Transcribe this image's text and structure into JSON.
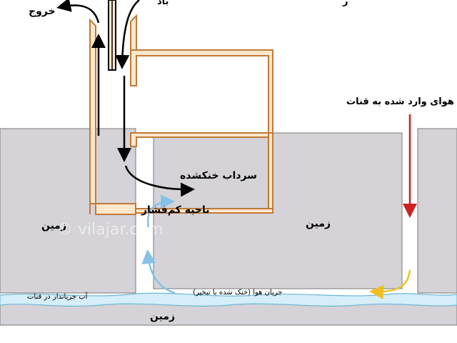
{
  "labels": {
    "exit": "خروج",
    "wind_partial": "باد",
    "top_partial": "ر",
    "incoming_air": "هوای وارد شده به قنات",
    "cooled_basement": "سرداب خنکشده",
    "low_pressure_zone": "ناحیه کم‌فشار",
    "ground_left": "زمین",
    "ground_middle": "زمین",
    "ground_bottom": "زمین",
    "air_flow": "جریان هوا (خنک شده با تبخیر)",
    "flowing_water": "آب جریاندار در قنات",
    "watermark": "© vilajar.com"
  },
  "colors": {
    "ground": "#d5d3d8",
    "ground_stroke": "#7a7a7a",
    "wall_fill": "#fde8cc",
    "wall_stroke": "#c07a3a",
    "water": "#d6eefa",
    "water_stroke": "#6bb7d6",
    "incoming_arrow": "#cc2222",
    "cool_air_arrow": "#86c2e6",
    "warm_air_arrow": "#f0c020",
    "black_arrow": "#000000"
  }
}
